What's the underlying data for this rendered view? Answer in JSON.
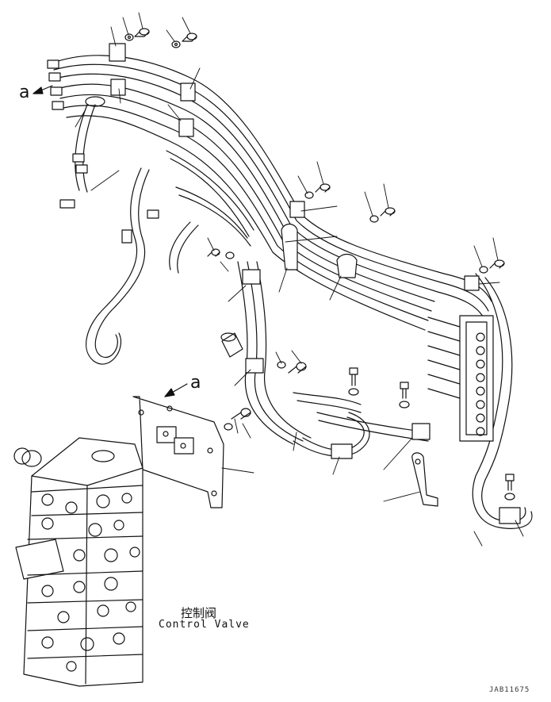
{
  "labels": {
    "view_marker_top": "a",
    "view_marker_bottom": "a",
    "component_name_cn": "控制阀",
    "component_name_en": "Control Valve",
    "drawing_code": "JAB11675"
  }
}
